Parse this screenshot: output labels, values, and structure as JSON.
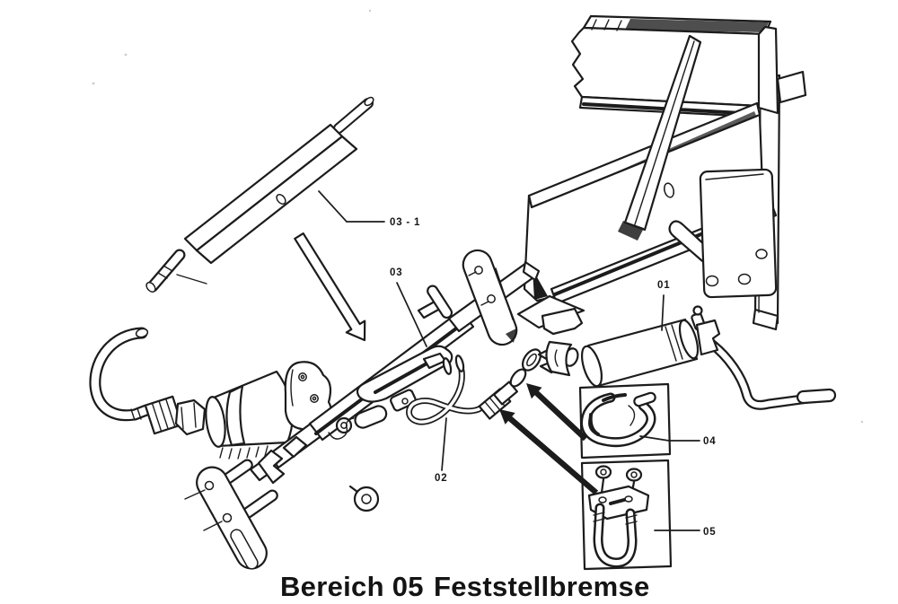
{
  "figure": {
    "caption_prefix": "Bereich 05",
    "caption_title": "Feststellbremse",
    "callouts": {
      "part_03_1": "03 - 1",
      "part_03": "03",
      "part_01": "01",
      "part_02": "02",
      "part_04": "04",
      "part_05": "05"
    },
    "colors": {
      "ink": "#1c1c1c",
      "paper": "#ffffff"
    }
  }
}
